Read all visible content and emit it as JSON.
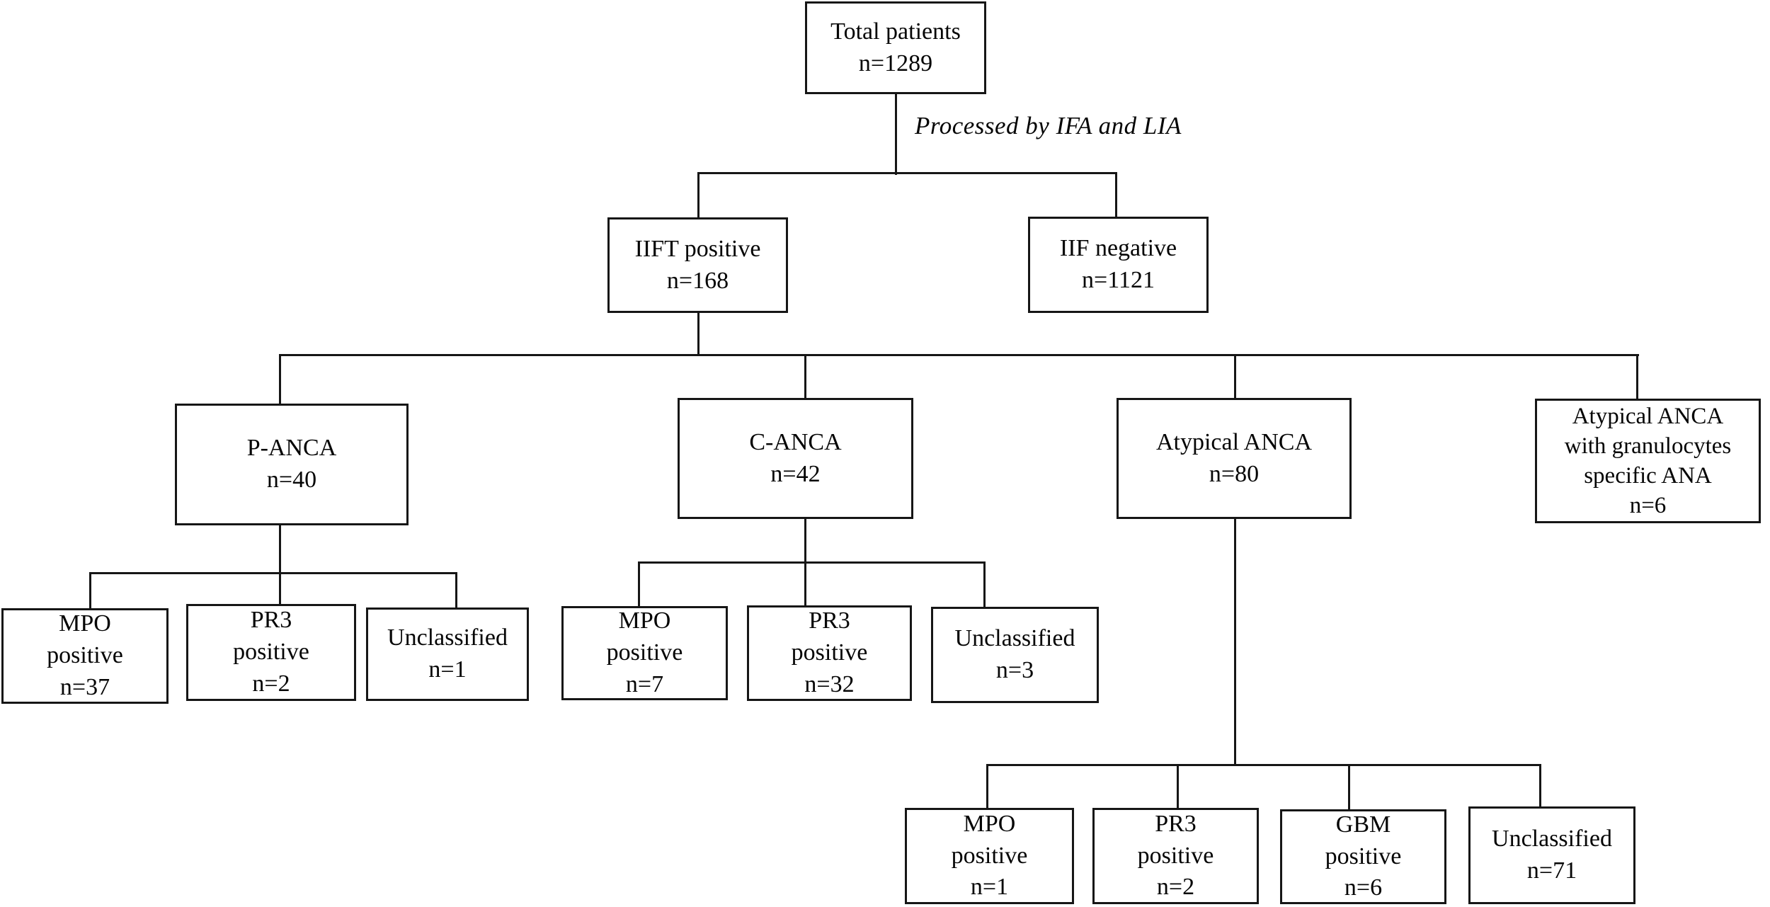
{
  "annotation": "Processed by IFA and LIA",
  "colors": {
    "background": "#ffffff",
    "line": "#161616",
    "box_border": "#161616",
    "text": "#050505"
  },
  "nodes": {
    "total": {
      "lines": [
        "Total patients",
        "n=1289"
      ]
    },
    "iift_positive": {
      "lines": [
        "IIFT positive",
        "n=168"
      ]
    },
    "iif_negative": {
      "lines": [
        "IIF negative",
        "n=1121"
      ]
    },
    "p_anca": {
      "lines": [
        "P-ANCA",
        "n=40"
      ]
    },
    "c_anca": {
      "lines": [
        "C-ANCA",
        "n=42"
      ]
    },
    "atypical_anca": {
      "lines": [
        "Atypical ANCA",
        "n=80"
      ]
    },
    "atypical_anca_ana": {
      "lines": [
        "Atypical ANCA",
        "with granulocytes",
        "specific ANA",
        "n=6"
      ]
    },
    "p_mpo": {
      "lines": [
        "MPO",
        "positive",
        "n=37"
      ]
    },
    "p_pr3": {
      "lines": [
        "PR3",
        "positive",
        "n=2"
      ]
    },
    "p_unclassified": {
      "lines": [
        "Unclassified",
        "n=1"
      ]
    },
    "c_mpo": {
      "lines": [
        "MPO",
        "positive",
        "n=7"
      ]
    },
    "c_pr3": {
      "lines": [
        "PR3",
        "positive",
        "n=32"
      ]
    },
    "c_unclassified": {
      "lines": [
        "Unclassified",
        "n=3"
      ]
    },
    "a_mpo": {
      "lines": [
        "MPO",
        "positive",
        "n=1"
      ]
    },
    "a_pr3": {
      "lines": [
        "PR3",
        "positive",
        "n=2"
      ]
    },
    "a_gbm": {
      "lines": [
        "GBM",
        "positive",
        "n=6"
      ]
    },
    "a_unclassified": {
      "lines": [
        "Unclassified",
        "n=71"
      ]
    }
  }
}
